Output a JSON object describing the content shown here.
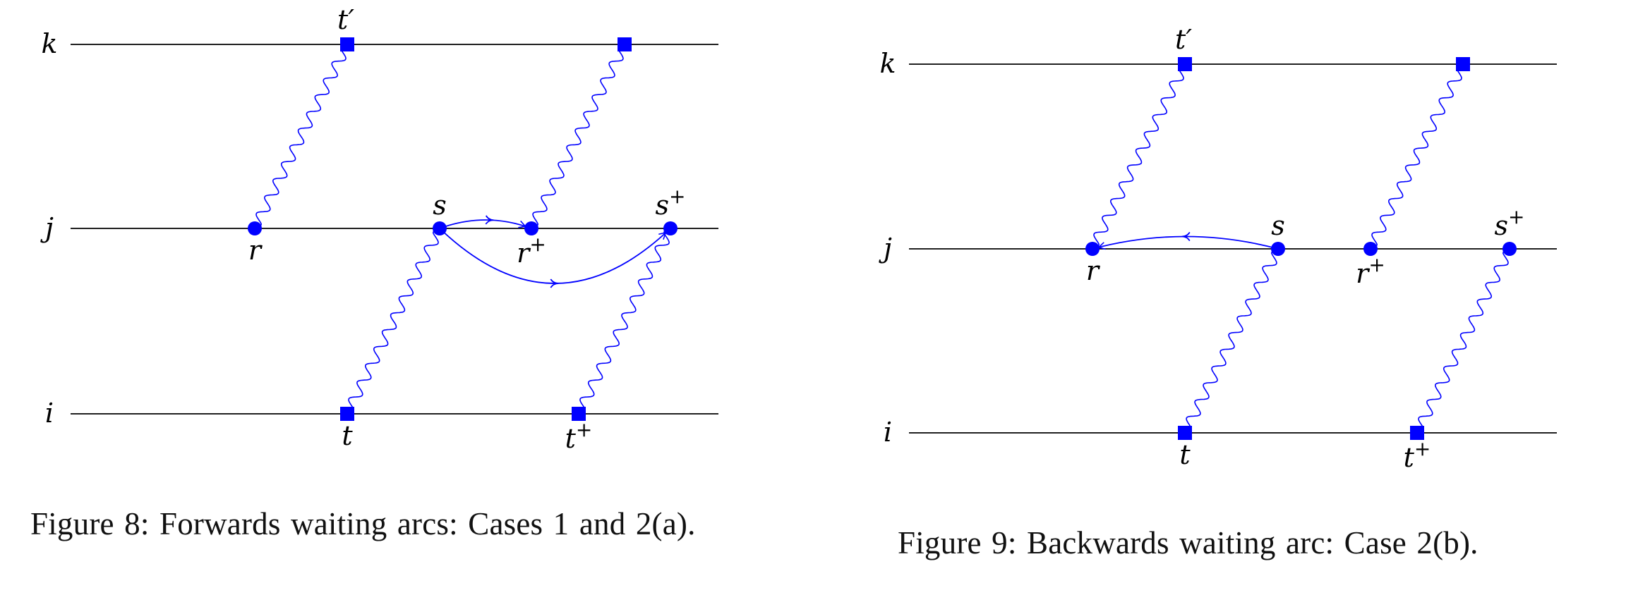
{
  "colors": {
    "line": "#000000",
    "accent": "#0000ff",
    "text": "#111111"
  },
  "figures": [
    {
      "id": "fig8",
      "caption": "Figure 8:  Forwards waiting arcs:  Cases 1 and 2(a).",
      "rows": [
        {
          "key": "k",
          "label": "k"
        },
        {
          "key": "j",
          "label": "j"
        },
        {
          "key": "i",
          "label": "i"
        }
      ],
      "nodes": [
        {
          "id": "t_prime",
          "row": "k",
          "shape": "square",
          "label": "t′"
        },
        {
          "id": "k2",
          "row": "k",
          "shape": "square",
          "label": ""
        },
        {
          "id": "r",
          "row": "j",
          "shape": "circle",
          "label": "r"
        },
        {
          "id": "s",
          "row": "j",
          "shape": "circle",
          "label": "s"
        },
        {
          "id": "r_plus",
          "row": "j",
          "shape": "circle",
          "label": "r+"
        },
        {
          "id": "s_plus",
          "row": "j",
          "shape": "circle",
          "label": "s+"
        },
        {
          "id": "t",
          "row": "i",
          "shape": "square",
          "label": "t"
        },
        {
          "id": "t_plus",
          "row": "i",
          "shape": "square",
          "label": "t+"
        }
      ],
      "wavy_edges": [
        [
          "r",
          "t_prime"
        ],
        [
          "r_plus",
          "k2"
        ],
        [
          "t",
          "s"
        ],
        [
          "t_plus",
          "s_plus"
        ]
      ],
      "waiting_arcs": [
        {
          "from": "s",
          "to": "r_plus",
          "direction": "forward"
        },
        {
          "from": "s",
          "to": "s_plus",
          "direction": "forward"
        }
      ]
    },
    {
      "id": "fig9",
      "caption": "Figure 9: Backwards waiting arc: Case 2(b).",
      "rows": [
        {
          "key": "k",
          "label": "k"
        },
        {
          "key": "j",
          "label": "j"
        },
        {
          "key": "i",
          "label": "i"
        }
      ],
      "nodes": [
        {
          "id": "t_prime",
          "row": "k",
          "shape": "square",
          "label": "t′"
        },
        {
          "id": "k2",
          "row": "k",
          "shape": "square",
          "label": ""
        },
        {
          "id": "r",
          "row": "j",
          "shape": "circle",
          "label": "r"
        },
        {
          "id": "s",
          "row": "j",
          "shape": "circle",
          "label": "s"
        },
        {
          "id": "r_plus",
          "row": "j",
          "shape": "circle",
          "label": "r+"
        },
        {
          "id": "s_plus",
          "row": "j",
          "shape": "circle",
          "label": "s+"
        },
        {
          "id": "t",
          "row": "i",
          "shape": "square",
          "label": "t"
        },
        {
          "id": "t_plus",
          "row": "i",
          "shape": "square",
          "label": "t+"
        }
      ],
      "wavy_edges": [
        [
          "r",
          "t_prime"
        ],
        [
          "r_plus",
          "k2"
        ],
        [
          "t",
          "s"
        ],
        [
          "t_plus",
          "s_plus"
        ]
      ],
      "waiting_arcs": [
        {
          "from": "s",
          "to": "r",
          "direction": "backward"
        }
      ]
    }
  ]
}
